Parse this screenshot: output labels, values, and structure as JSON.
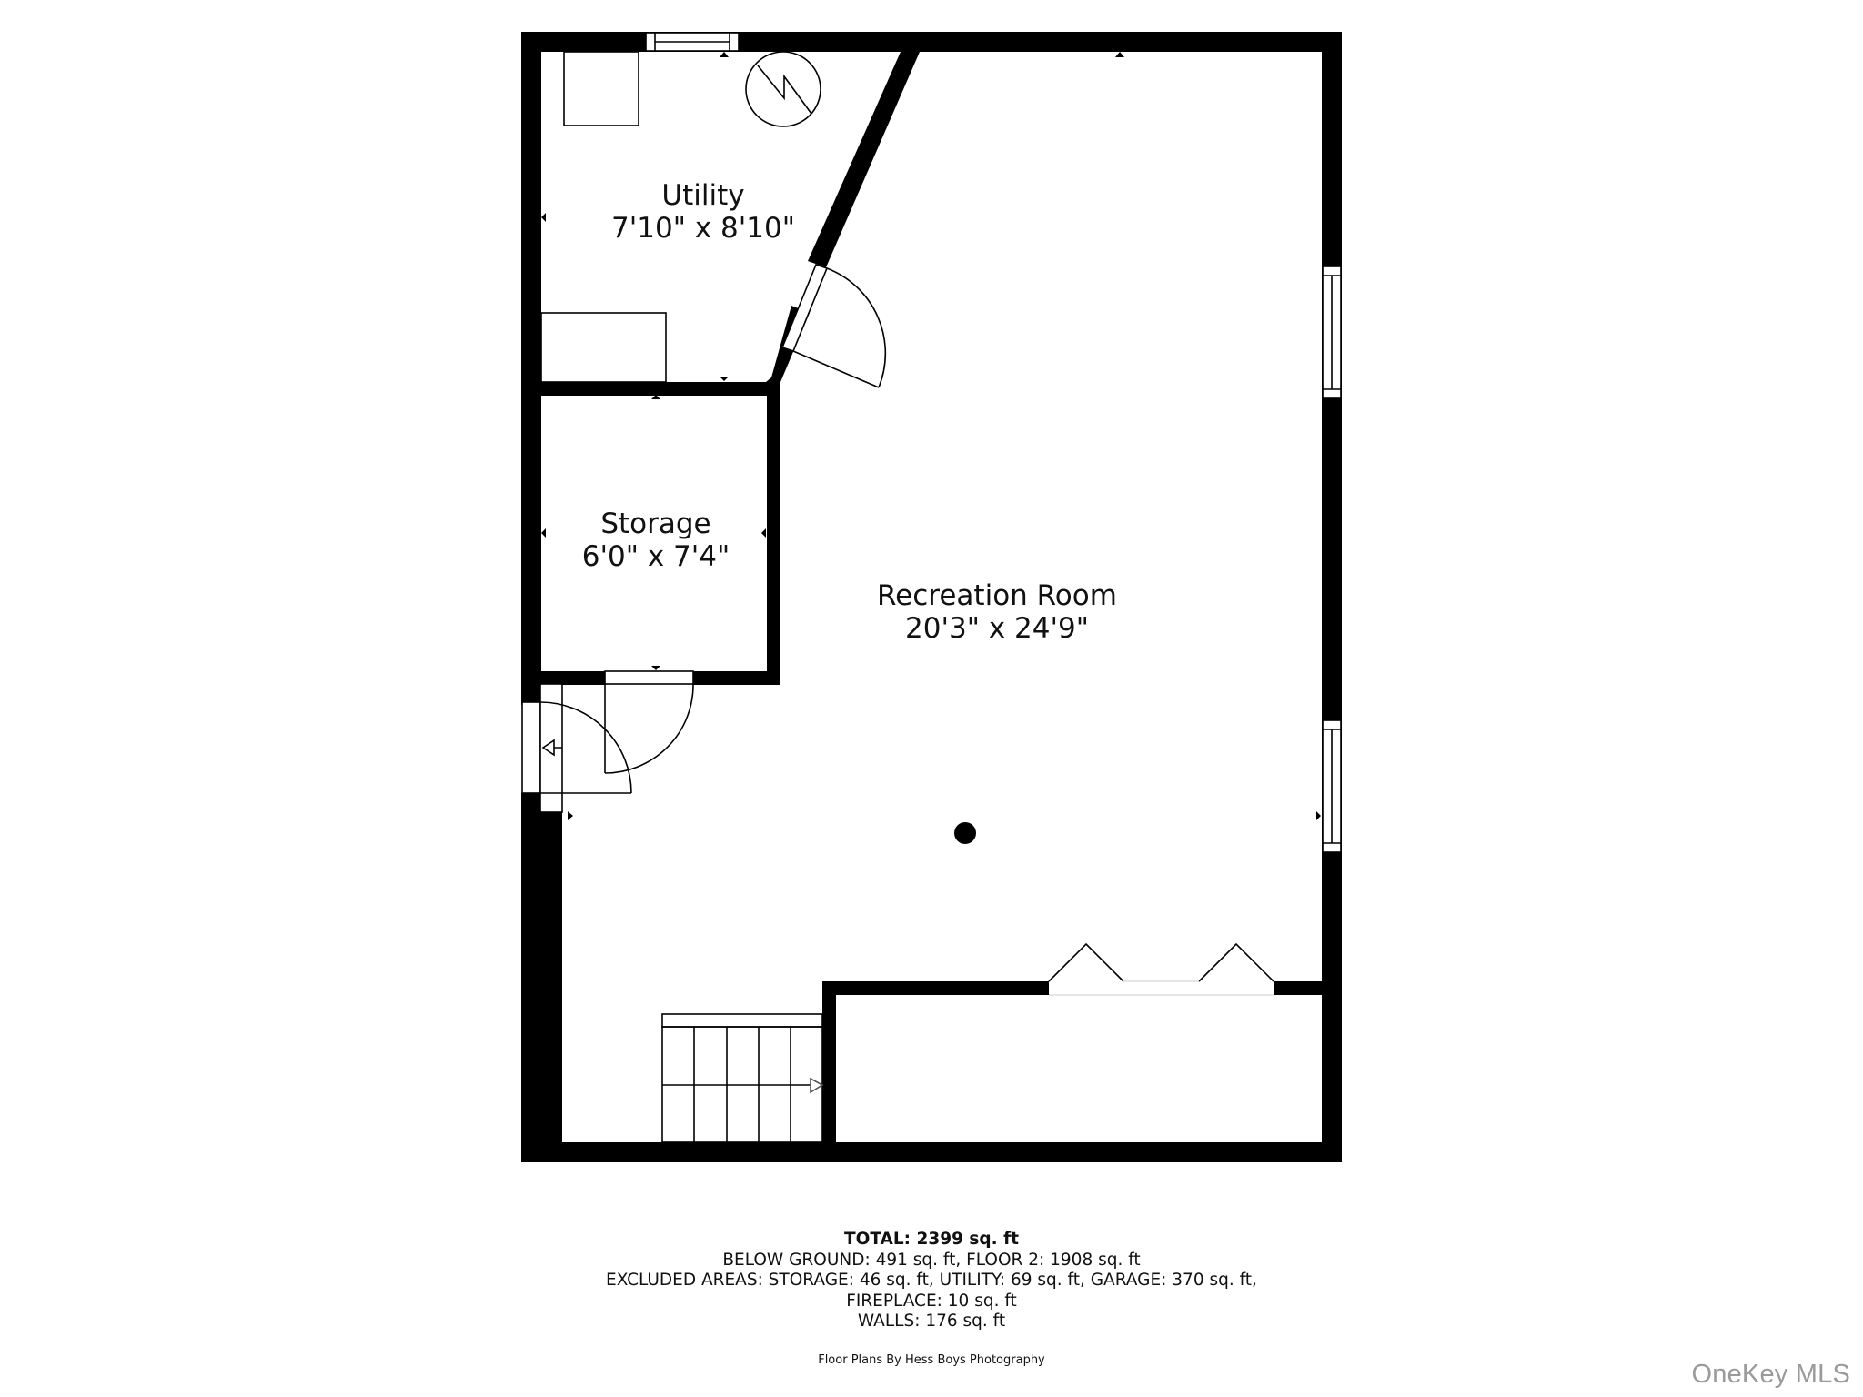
{
  "rooms": [
    {
      "id": "utility",
      "name": "Utility",
      "dimensions": "7'10\" x 8'10\""
    },
    {
      "id": "storage",
      "name": "Storage",
      "dimensions": "6'0\" x 7'4\""
    },
    {
      "id": "recreation",
      "name": "Recreation Room",
      "dimensions": "20'3\" x 24'9\""
    }
  ],
  "summary": {
    "total": "TOTAL: 2399 sq. ft",
    "line1": "BELOW GROUND: 491 sq. ft, FLOOR 2: 1908 sq. ft",
    "line2": "EXCLUDED AREAS: STORAGE: 46 sq. ft, UTILITY: 69 sq. ft, GARAGE: 370 sq. ft,",
    "line3": "FIREPLACE: 10 sq. ft",
    "line4": "WALLS: 176 sq. ft"
  },
  "credit": "Floor Plans By Hess Boys Photography",
  "watermark": "OneKey MLS",
  "icons": {
    "water_heater": "water-heater-icon",
    "column": "column-icon",
    "stairs": "stairs-icon",
    "window": "window-icon",
    "door": "door-icon"
  },
  "colors": {
    "wall": "#000000",
    "background": "#ffffff",
    "text": "#111111",
    "watermark": "#9a9a9a"
  }
}
